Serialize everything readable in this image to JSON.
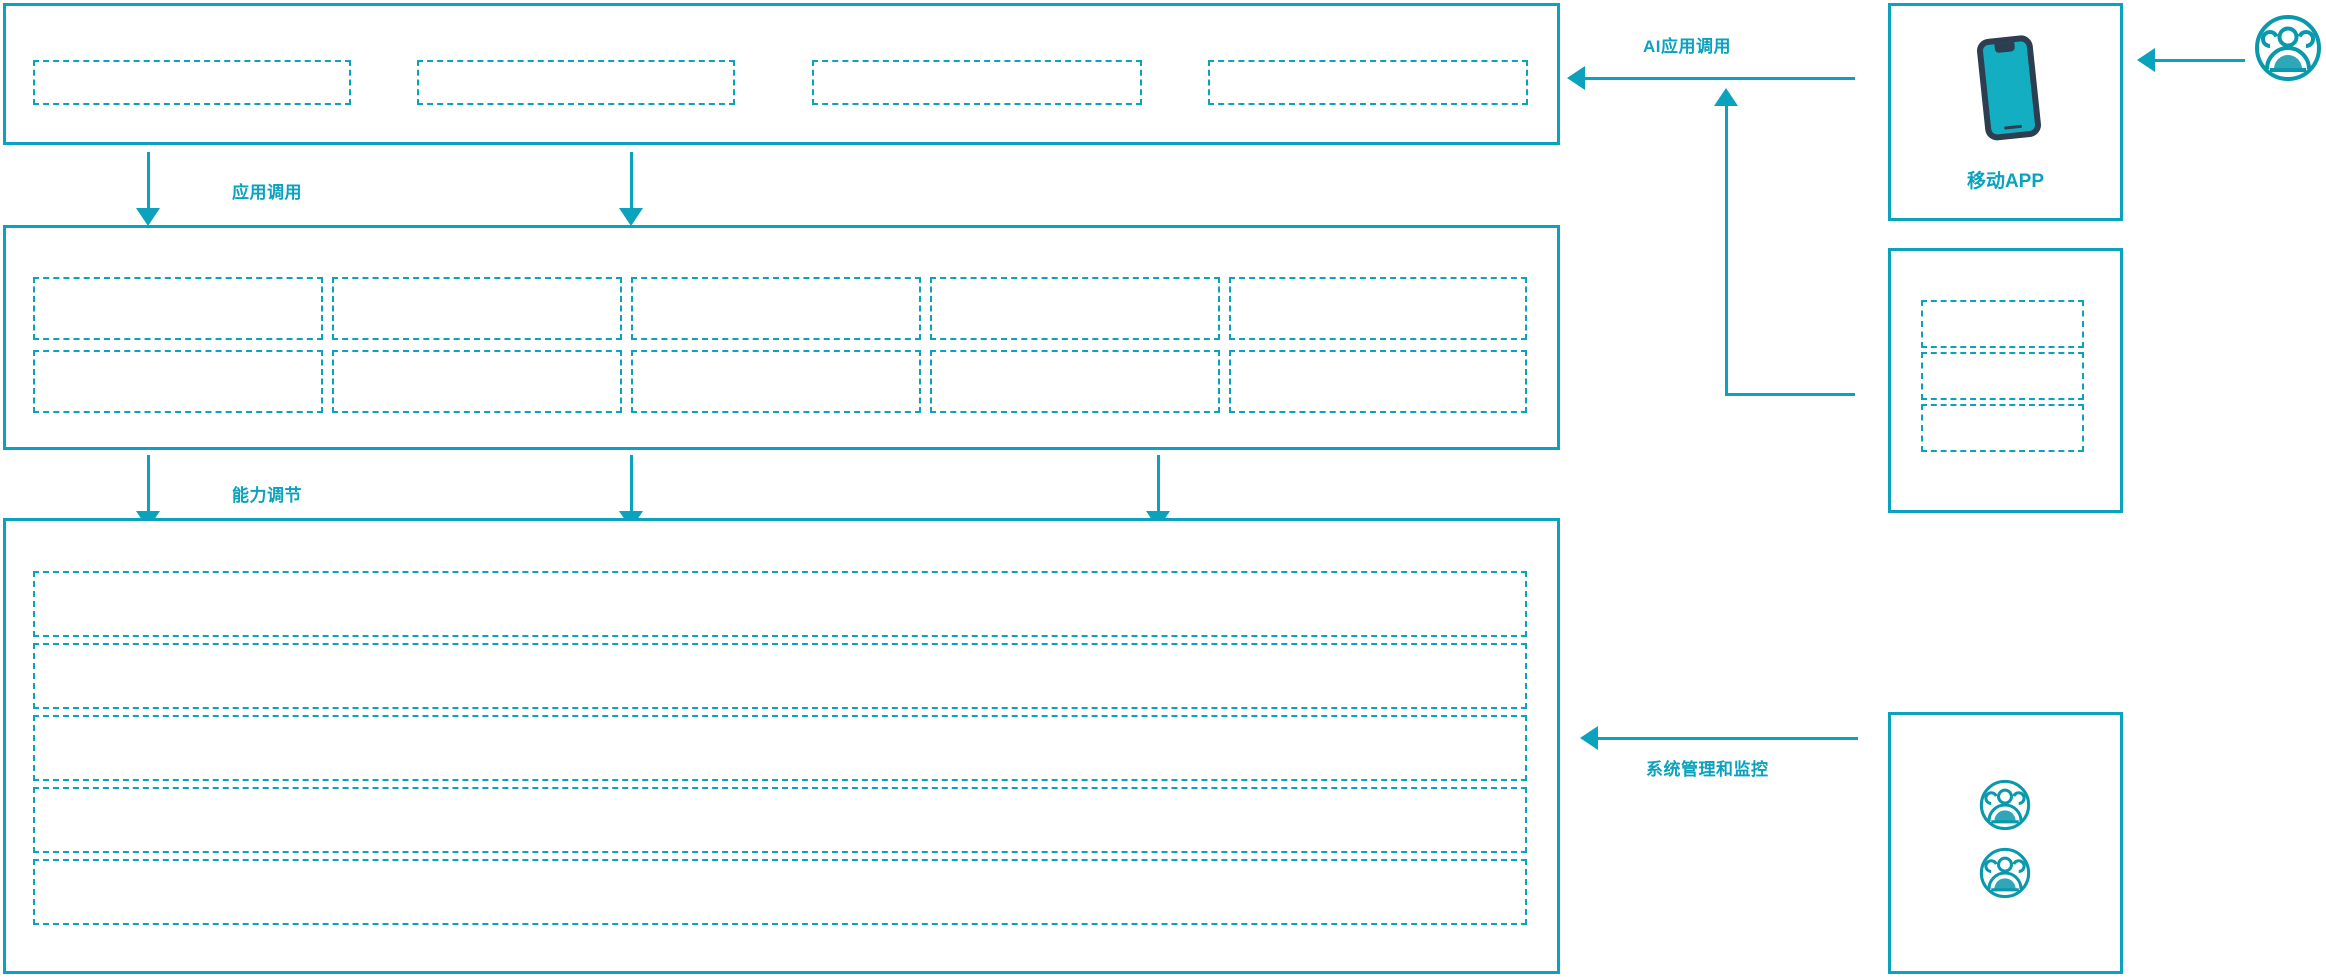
{
  "theme": {
    "accent": "#0aa2bd",
    "phone_body": "#14aec2",
    "phone_outline": "#2d3e50",
    "background": "#ffffff"
  },
  "layers": {
    "application_layer": {
      "name": "application-layer",
      "slots": [
        "",
        "",
        "",
        ""
      ]
    },
    "capability_layer": {
      "name": "capability-layer",
      "columns": 5,
      "rows": 2,
      "slots": [
        "",
        "",
        "",
        "",
        "",
        "",
        "",
        "",
        "",
        ""
      ]
    },
    "platform_layer": {
      "name": "platform-layer",
      "bars": [
        "",
        "",
        "",
        "",
        ""
      ]
    }
  },
  "flows": [
    {
      "id": "app-call",
      "label": "应用调用"
    },
    {
      "id": "capability-adjust",
      "label": "能力调节"
    },
    {
      "id": "ai-app-call",
      "label": "AI应用调用"
    },
    {
      "id": "system-manage-monitor",
      "label": "系统管理和监控"
    }
  ],
  "right_panel": {
    "mobile_card": {
      "label": "移动APP",
      "icon": "mobile-phone-icon"
    },
    "list_card": {
      "slots": [
        "",
        "",
        ""
      ]
    },
    "users_card": {
      "icons": [
        "users-group-icon",
        "users-group-icon"
      ]
    },
    "external_actor": {
      "icon": "users-group-icon"
    }
  }
}
